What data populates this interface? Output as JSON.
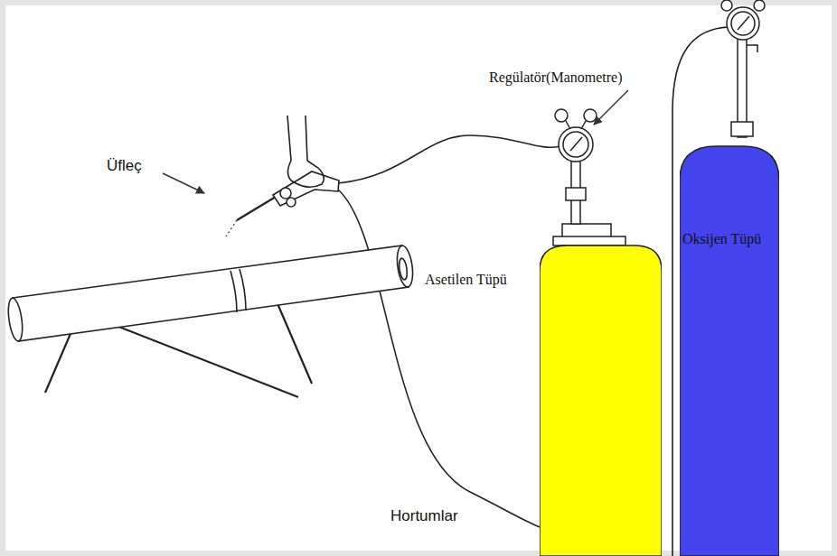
{
  "diagram": {
    "nodes": [
      {
        "text": [
          "Asetilen Tüpü"
        ]
      },
      {
        "text": [
          "Oksijen Tüpü"
        ]
      }
    ],
    "labels": [
      "Regülatör(Manometre)",
      "Üfleç",
      "Hortumlar"
    ]
  }
}
